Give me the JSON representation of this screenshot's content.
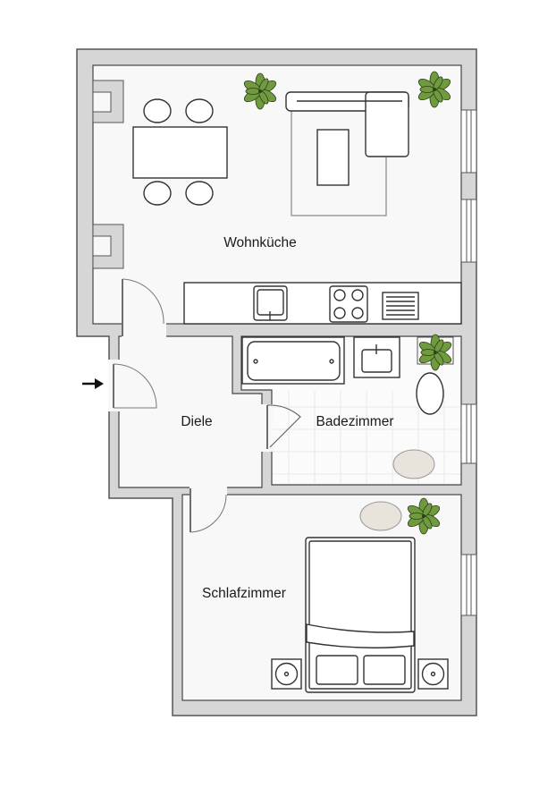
{
  "plan": {
    "rooms": {
      "kitchen": "Wohnküche",
      "hall": "Diele",
      "bathroom": "Badezimmer",
      "bedroom": "Schlafzimmer"
    },
    "colors": {
      "wall": "#d6d6d6",
      "floor": "#f8f8f8",
      "plant": "#6f9a3e",
      "rug": "#e8e4dc",
      "tile": "#e9e9e9"
    },
    "icons": [
      "entrance-arrow-icon",
      "plant-icon",
      "sink-icon",
      "stove-icon",
      "bathtub-icon",
      "toilet-icon",
      "bed-icon"
    ]
  }
}
